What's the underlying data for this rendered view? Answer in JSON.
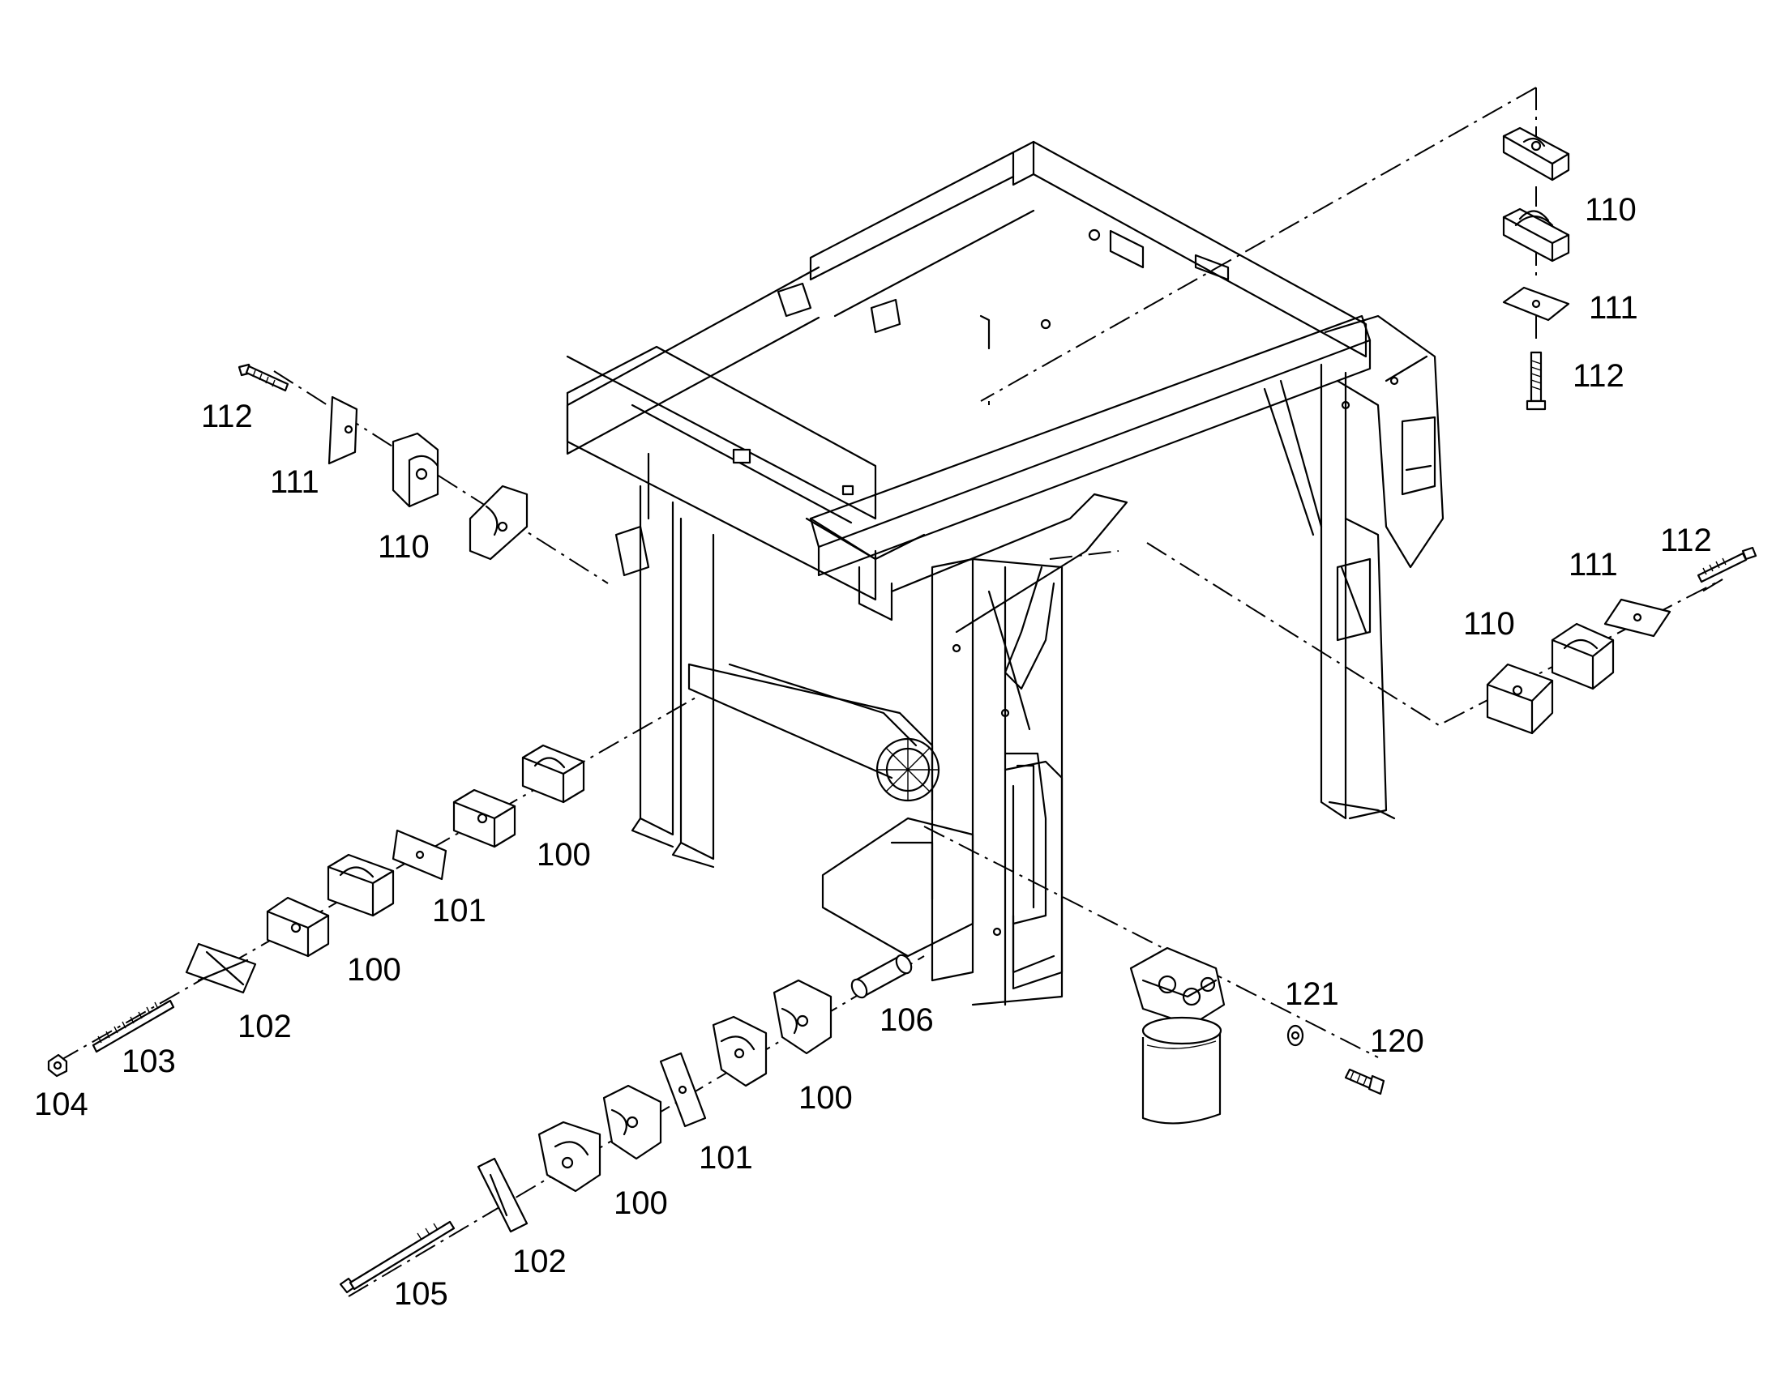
{
  "labels": {
    "top_right": {
      "l110": "110",
      "l111": "111",
      "l112": "112"
    },
    "top_left": {
      "l112": "112",
      "l111": "111",
      "l110": "110"
    },
    "right": {
      "l110": "110",
      "l111": "111",
      "l112": "112"
    },
    "left_lower": {
      "l100a": "100",
      "l101": "101",
      "l100b": "100",
      "l102": "102",
      "l103": "103",
      "l104": "104"
    },
    "bottom": {
      "l106": "106",
      "l100a": "100",
      "l101": "101",
      "l100b": "100",
      "l102": "102",
      "l105": "105"
    },
    "filter": {
      "l121": "121",
      "l120": "120"
    }
  }
}
